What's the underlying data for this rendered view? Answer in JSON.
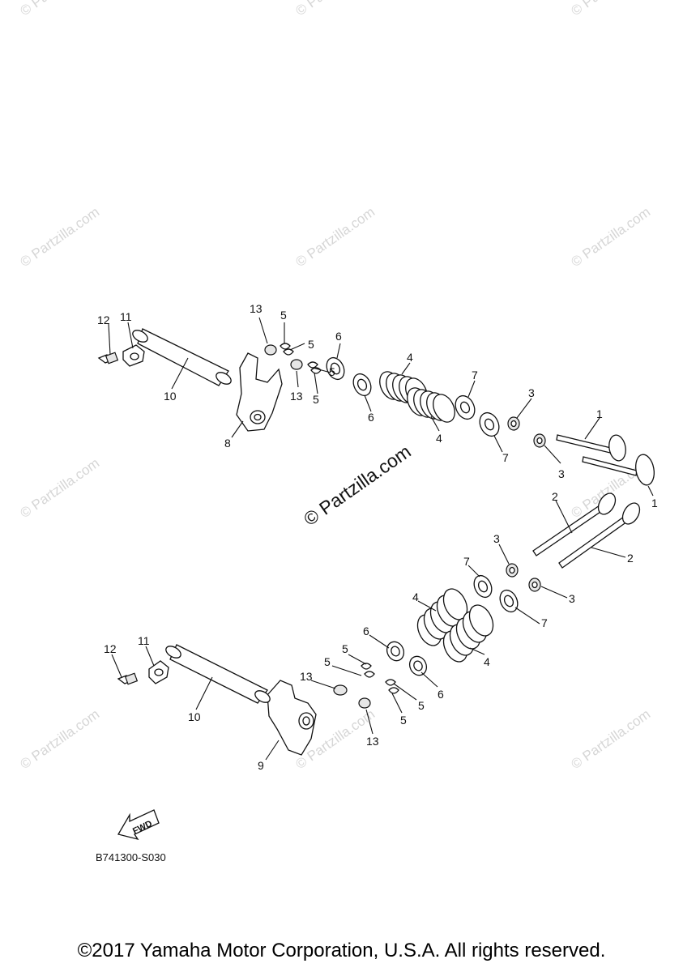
{
  "watermark": {
    "small_text": "© Partzilla.com",
    "center_text": "© Partzilla.com"
  },
  "callouts": {
    "p1": "1",
    "p2": "2",
    "p3": "3",
    "p4": "4",
    "p5": "5",
    "p6": "6",
    "p7": "7",
    "p8": "8",
    "p9": "9",
    "p10": "10",
    "p11": "11",
    "p12": "12",
    "p13": "13"
  },
  "fwd_label": "FWD",
  "diagram_code": "B741300-S030",
  "copyright": "©2017 Yamaha Motor Corporation, U.S.A. All rights reserved."
}
